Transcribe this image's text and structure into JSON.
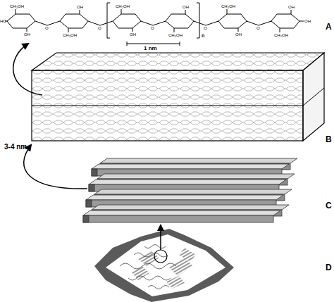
{
  "diagram": {
    "labels": [
      "A",
      "B",
      "C",
      "D",
      "3-4 nm",
      "1 nm",
      "n",
      "HO",
      "CH₂OH",
      "OH",
      "CH₂OH",
      "OH",
      "CH₂OH",
      "OH",
      "CH₂OH",
      "OH",
      "CH₂OH",
      "OH",
      "CH₂OH",
      "OH",
      "O",
      "O",
      "O",
      "O",
      "O",
      "OH"
    ]
  }
}
